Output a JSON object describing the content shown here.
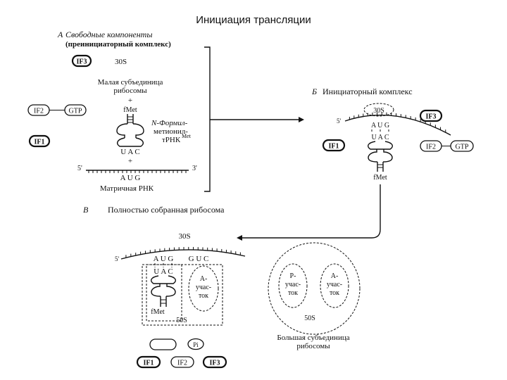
{
  "title": "Инициация трансляции",
  "panel_a": {
    "letter": "А",
    "heading": "Свободные компоненты",
    "subheading": "(преинициаторный комплекс)",
    "label_30s": "30S",
    "small_subunit_line1": "Малая субъединица",
    "small_subunit_line2": "рибосомы",
    "plus": "+",
    "fmet": "fMet",
    "trna_line1": "N-Формил-",
    "trna_line2": "метионил-",
    "trna_line3": "тРНК",
    "trna_sup": "Met",
    "anticodon": "U A C",
    "codon": "A U G",
    "five_prime": "5'",
    "three_prime": "3'",
    "mrna_label": "Матричная РНК",
    "if3": "IF3",
    "if2": "IF2",
    "gtp": "GTP",
    "if1": "IF1"
  },
  "panel_b": {
    "letter": "Б",
    "heading": "Инициаторный комплекс",
    "label_30s": "30S",
    "five_prime": "5'",
    "codon": "A U G",
    "anticodon": "U A C",
    "if3": "IF3",
    "if1": "IF1",
    "if2": "IF2",
    "gtp": "GTP",
    "fmet": "fMet"
  },
  "panel_c": {
    "letter": "В",
    "heading": "Полностью собранная рибосома",
    "label_30s": "30S",
    "five_prime": "5'",
    "codon1": "A U G",
    "codon2": "G U C",
    "anticodon": "U A C",
    "a_site_line1": "А-",
    "a_site_line2": "учас-",
    "a_site_line3": "ток",
    "p_site_line1": "Р-",
    "p_site_line2": "учас-",
    "p_site_line3": "ток",
    "fmet": "fMet",
    "label_50s": "50S",
    "large_50s": "50S",
    "large_subunit_line1": "Большая субъединица",
    "large_subunit_line2": "рибосомы",
    "pi": "Pi",
    "if1": "IF1",
    "if2": "IF2",
    "if3": "IF3"
  }
}
